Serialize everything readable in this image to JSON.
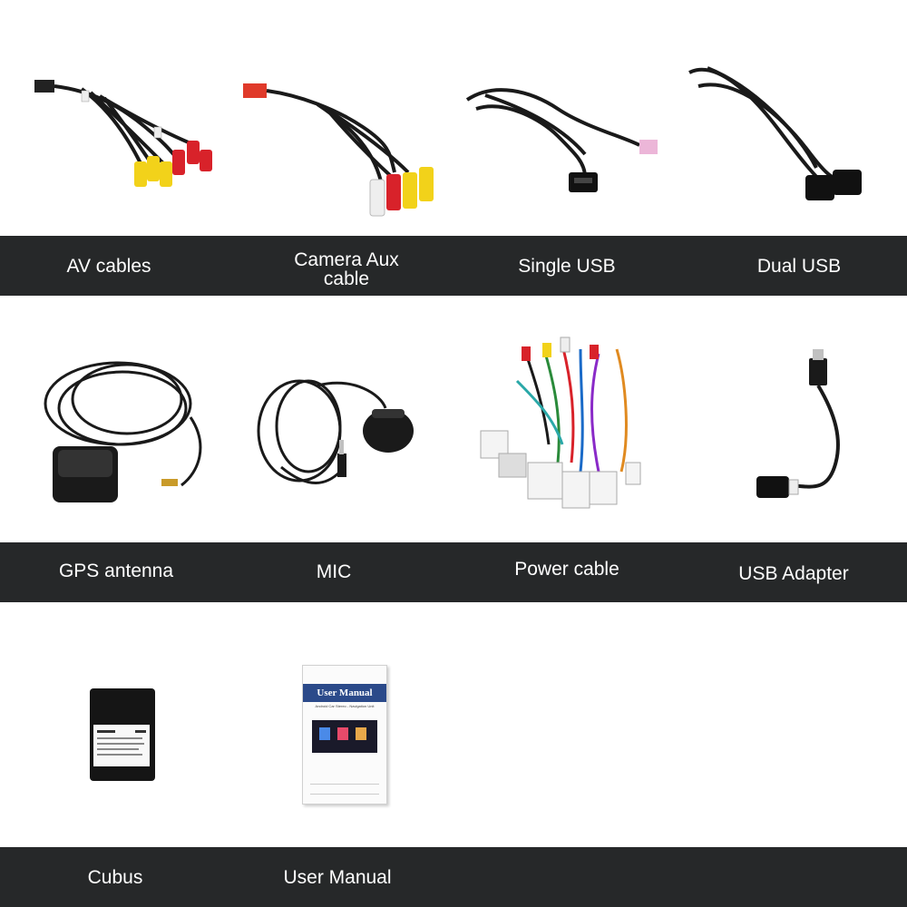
{
  "colors": {
    "band": "#262829",
    "label_text": "#ffffff",
    "background": "#ffffff"
  },
  "rows": [
    {
      "items": [
        {
          "label": "AV cables",
          "icon": "av-cables-icon"
        },
        {
          "label": "Camera Aux\ncable",
          "icon": "camera-aux-cable-icon"
        },
        {
          "label": "Single USB",
          "icon": "single-usb-icon"
        },
        {
          "label": "Dual USB",
          "icon": "dual-usb-icon"
        }
      ]
    },
    {
      "items": [
        {
          "label": "GPS antenna",
          "icon": "gps-antenna-icon"
        },
        {
          "label": "MIC",
          "icon": "mic-icon"
        },
        {
          "label": "Power cable",
          "icon": "power-cable-icon"
        },
        {
          "label": "USB Adapter",
          "icon": "usb-adapter-icon"
        }
      ]
    },
    {
      "items": [
        {
          "label": "Cubus",
          "icon": "cubus-box-icon"
        },
        {
          "label": "User Manual",
          "icon": "user-manual-icon"
        }
      ]
    }
  ],
  "manual": {
    "title": "User Manual",
    "subtitle": "Android Car Stereo - Navigation Unit"
  }
}
